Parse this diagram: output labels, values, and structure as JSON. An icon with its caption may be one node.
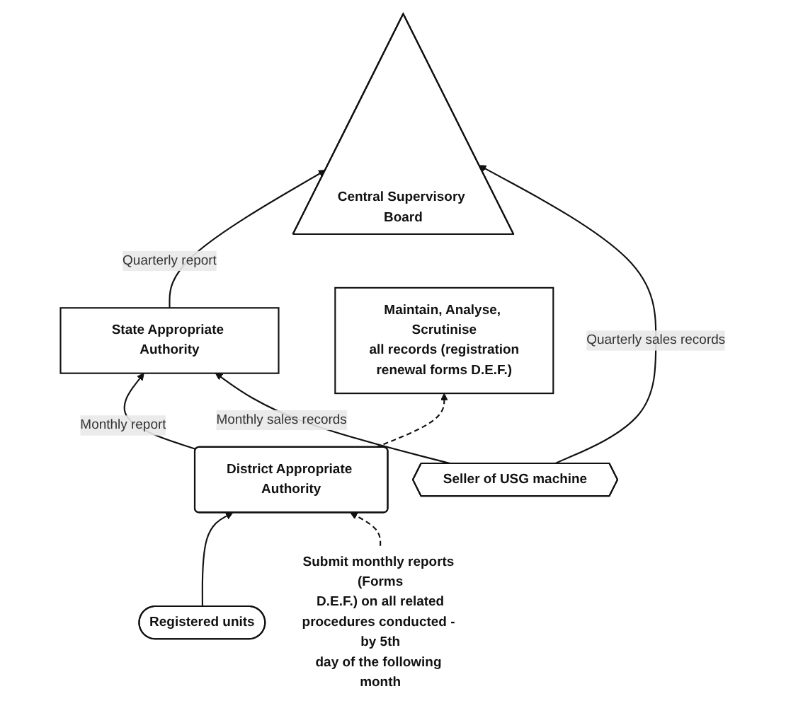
{
  "diagram": {
    "nodes": [
      {
        "text": [
          "Central Supervisory Board"
        ]
      },
      {
        "text": [
          "State Appropriate Authority"
        ]
      },
      {
        "text": [
          "Seller of USG machine"
        ]
      },
      {
        "text": [
          "District Appropriate Authority"
        ]
      },
      {
        "text": [
          "Maintain, Analyse, Scrutinise all records (registration renewal forms D.E.F.)"
        ]
      },
      {
        "text": [
          "Submit monthly reports (Forms D.E.F.) on all related procedures conducted - by 5th day of the following month"
        ]
      },
      {
        "text": [
          "Registered units"
        ]
      }
    ],
    "edges": [
      {
        "from": 6,
        "to": 3,
        "arrow": "to"
      },
      {
        "from": 3,
        "to": 1,
        "arrow": "to",
        "label": "Monthly report"
      },
      {
        "from": 1,
        "to": 0,
        "arrow": "to",
        "label": "Quarterly report"
      },
      {
        "from": 2,
        "to": 1,
        "arrow": "to",
        "label": "Monthly sales records"
      },
      {
        "from": 2,
        "to": 0,
        "arrow": "to",
        "label": "Quarterly sales records"
      },
      {
        "from": 3,
        "to": 4,
        "arrow": "to",
        "style": "dashed"
      },
      {
        "from": 5,
        "to": 3,
        "arrow": "to",
        "style": "dashed"
      }
    ]
  }
}
